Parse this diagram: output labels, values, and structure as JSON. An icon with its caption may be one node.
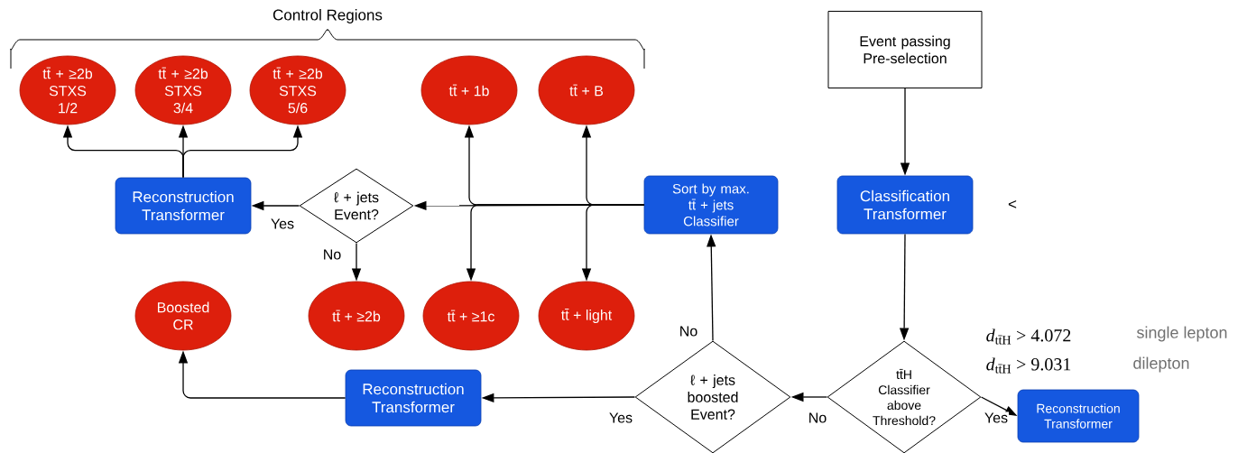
{
  "diagram": {
    "nodes": [
      {
        "text": [
          "tt̄ + ≥2b STXS 1/2"
        ]
      },
      {
        "text": [
          "tt̄ + ≥2b STXS 3/4"
        ]
      },
      {
        "text": [
          "tt̄ + ≥2b STXS 5/6"
        ]
      },
      {
        "text": [
          "tt̄ + 1b"
        ]
      },
      {
        "text": [
          "tt̄ + B"
        ]
      },
      {
        "text": [
          "Reconstruction Transformer"
        ]
      },
      {
        "text": [
          "ℓ + jets Event?"
        ]
      },
      {
        "text": [
          "Sort by max. tt̄ + jets Classifier"
        ]
      },
      {
        "text": [
          "Event passing Pre-selection"
        ]
      },
      {
        "text": [
          "Classification Transformer"
        ]
      },
      {
        "text": [
          "tt̄ + ≥2b"
        ]
      },
      {
        "text": [
          "tt̄ + ≥1c"
        ]
      },
      {
        "text": [
          "tt̄ + light"
        ]
      },
      {
        "text": [
          "Boosted CR"
        ]
      },
      {
        "text": [
          "Reconstruction Transformer"
        ]
      },
      {
        "text": [
          "ℓ + jets boosted Event?"
        ]
      },
      {
        "text": [
          "tt̄H Classifier above Threshold?"
        ]
      },
      {
        "text": [
          "Reconstruction Transformer"
        ]
      }
    ],
    "edges": [
      {
        "from": 8,
        "to": 9,
        "arrow": "to"
      },
      {
        "from": 9,
        "to": 16,
        "arrow": "to"
      },
      {
        "from": 16,
        "to": 15,
        "arrow": "to",
        "label": "No"
      },
      {
        "from": 16,
        "to": 17,
        "arrow": "to",
        "label": "Yes"
      },
      {
        "from": 15,
        "to": 7,
        "arrow": "to",
        "label": "No"
      },
      {
        "from": 15,
        "to": 14,
        "arrow": "to",
        "label": "Yes"
      },
      {
        "from": 14,
        "to": 13,
        "arrow": "to"
      },
      {
        "from": 7,
        "to": 6,
        "arrow": "to"
      },
      {
        "from": 7,
        "to": 3,
        "arrow": "to"
      },
      {
        "from": 7,
        "to": 4,
        "arrow": "to"
      },
      {
        "from": 7,
        "to": 11,
        "arrow": "to"
      },
      {
        "from": 7,
        "to": 12,
        "arrow": "to"
      },
      {
        "from": 6,
        "to": 5,
        "arrow": "to",
        "label": "Yes"
      },
      {
        "from": 6,
        "to": 10,
        "arrow": "to",
        "label": "No"
      },
      {
        "from": 5,
        "to": 0,
        "arrow": "to"
      },
      {
        "from": 5,
        "to": 1,
        "arrow": "to"
      },
      {
        "from": 5,
        "to": 2,
        "arrow": "to"
      }
    ],
    "labels": [
      "Control Regions",
      "<",
      "*d*$_{tt̄H}$ > 4.072",
      "single lepton",
      "*d*$_{tt̄H}$ > 9.031",
      "dilepton"
    ]
  }
}
